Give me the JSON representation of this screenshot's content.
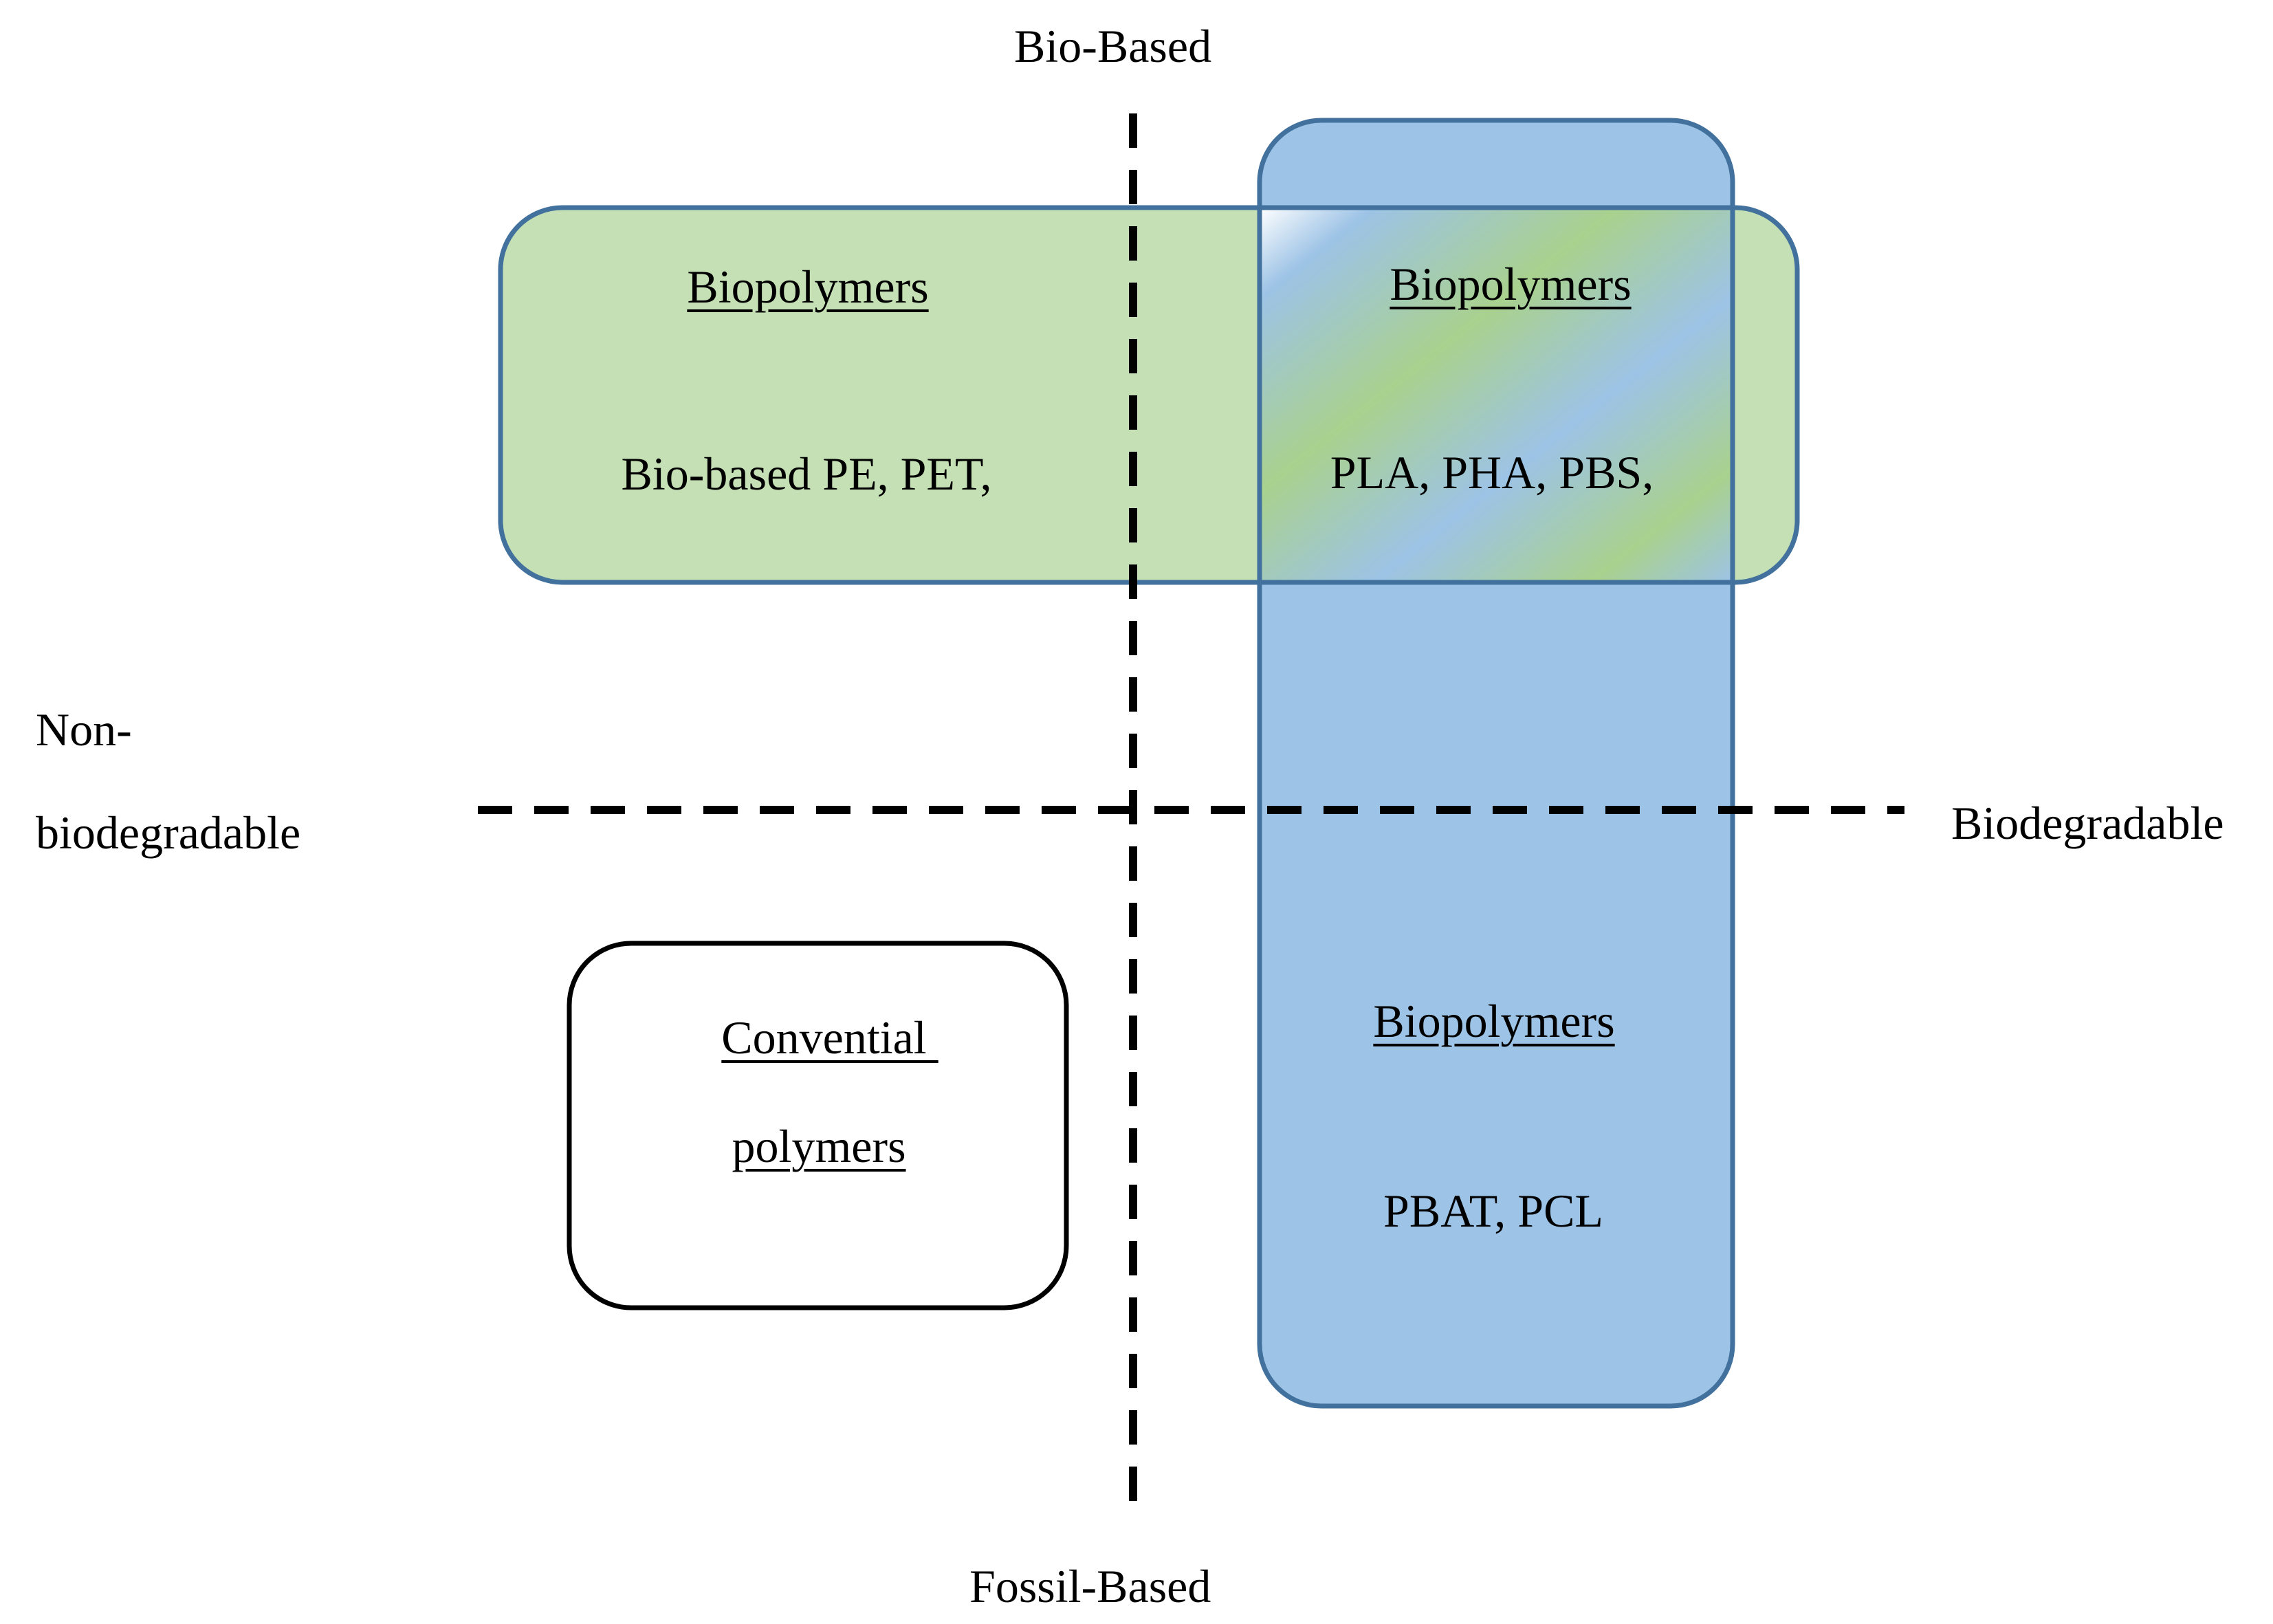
{
  "axes": {
    "top_label": "Bio-Based",
    "bottom_label": "Fossil-Based",
    "left_label_line1": "Non-",
    "left_label_line2": "biodegradable",
    "right_label": "Biodegradable"
  },
  "boxes": {
    "biobased_nonbiodegradable": {
      "heading": "Biopolymers",
      "examples": "Bio-based PE, PET,",
      "color": "#c5e0b4"
    },
    "biobased_biodegradable": {
      "heading": "Biopolymers",
      "examples": "PLA, PHA, PBS,"
    },
    "fossil_biodegradable": {
      "heading": "Biopolymers",
      "examples": "PBAT, PCL",
      "color": "#9dc3e6"
    },
    "fossil_nonbiodegradable": {
      "heading_line1": "Convential ",
      "heading_line2": "polymers"
    }
  },
  "colors": {
    "box_border": "#41719c",
    "axis_line": "#000000"
  }
}
